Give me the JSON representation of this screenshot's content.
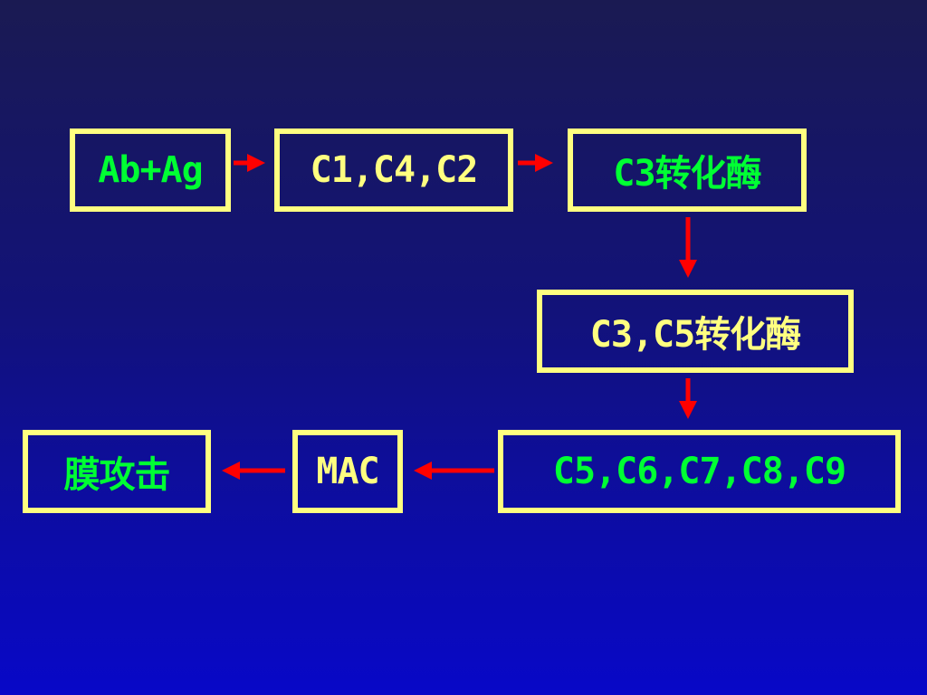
{
  "diagram": {
    "nodes": {
      "ab_ag": "Ab+Ag",
      "c1_c4_c2": "C1,C4,C2",
      "c3_convertase": "C3转化酶",
      "c3_c5_convertase": "C3,C5转化酶",
      "c5_c9": "C5,C6,C7,C8,C9",
      "mac": "MAC",
      "membrane_attack": "膜攻击"
    }
  },
  "colors": {
    "background_top": "#1a1a52",
    "background_bottom": "#0808c8",
    "box_border": "#ffff80",
    "text_green": "#00ff33",
    "text_yellow": "#ffff80",
    "arrow": "#ff0000"
  }
}
